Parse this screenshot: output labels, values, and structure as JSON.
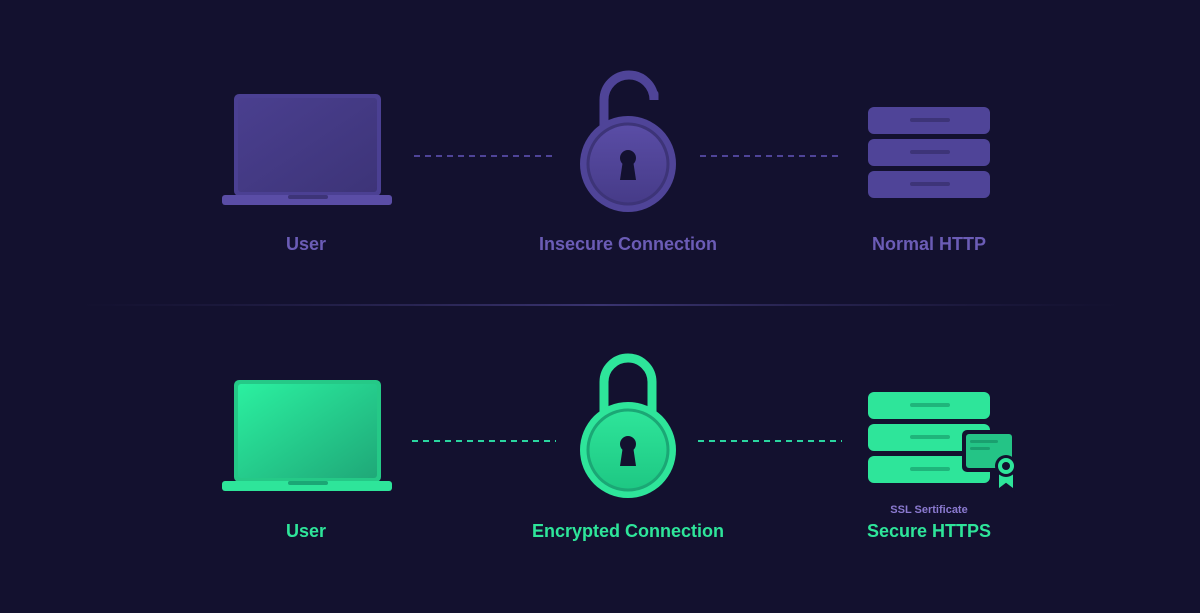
{
  "top_row": {
    "user_label": "User",
    "connection_label": "Insecure Connection",
    "server_label": "Normal HTTP"
  },
  "bottom_row": {
    "user_label": "User",
    "connection_label": "Encrypted Connection",
    "server_label": "Secure HTTPS",
    "certificate_label": "SSL Sertificate"
  },
  "icons": {
    "top": [
      "laptop-icon",
      "unlocked-padlock-icon",
      "server-stack-icon"
    ],
    "bottom": [
      "laptop-icon",
      "locked-padlock-icon",
      "server-stack-icon",
      "ssl-certificate-icon"
    ]
  },
  "colors": {
    "background": "#13112f",
    "insecure": "#6b5cb6",
    "secure": "#2ee59a"
  }
}
